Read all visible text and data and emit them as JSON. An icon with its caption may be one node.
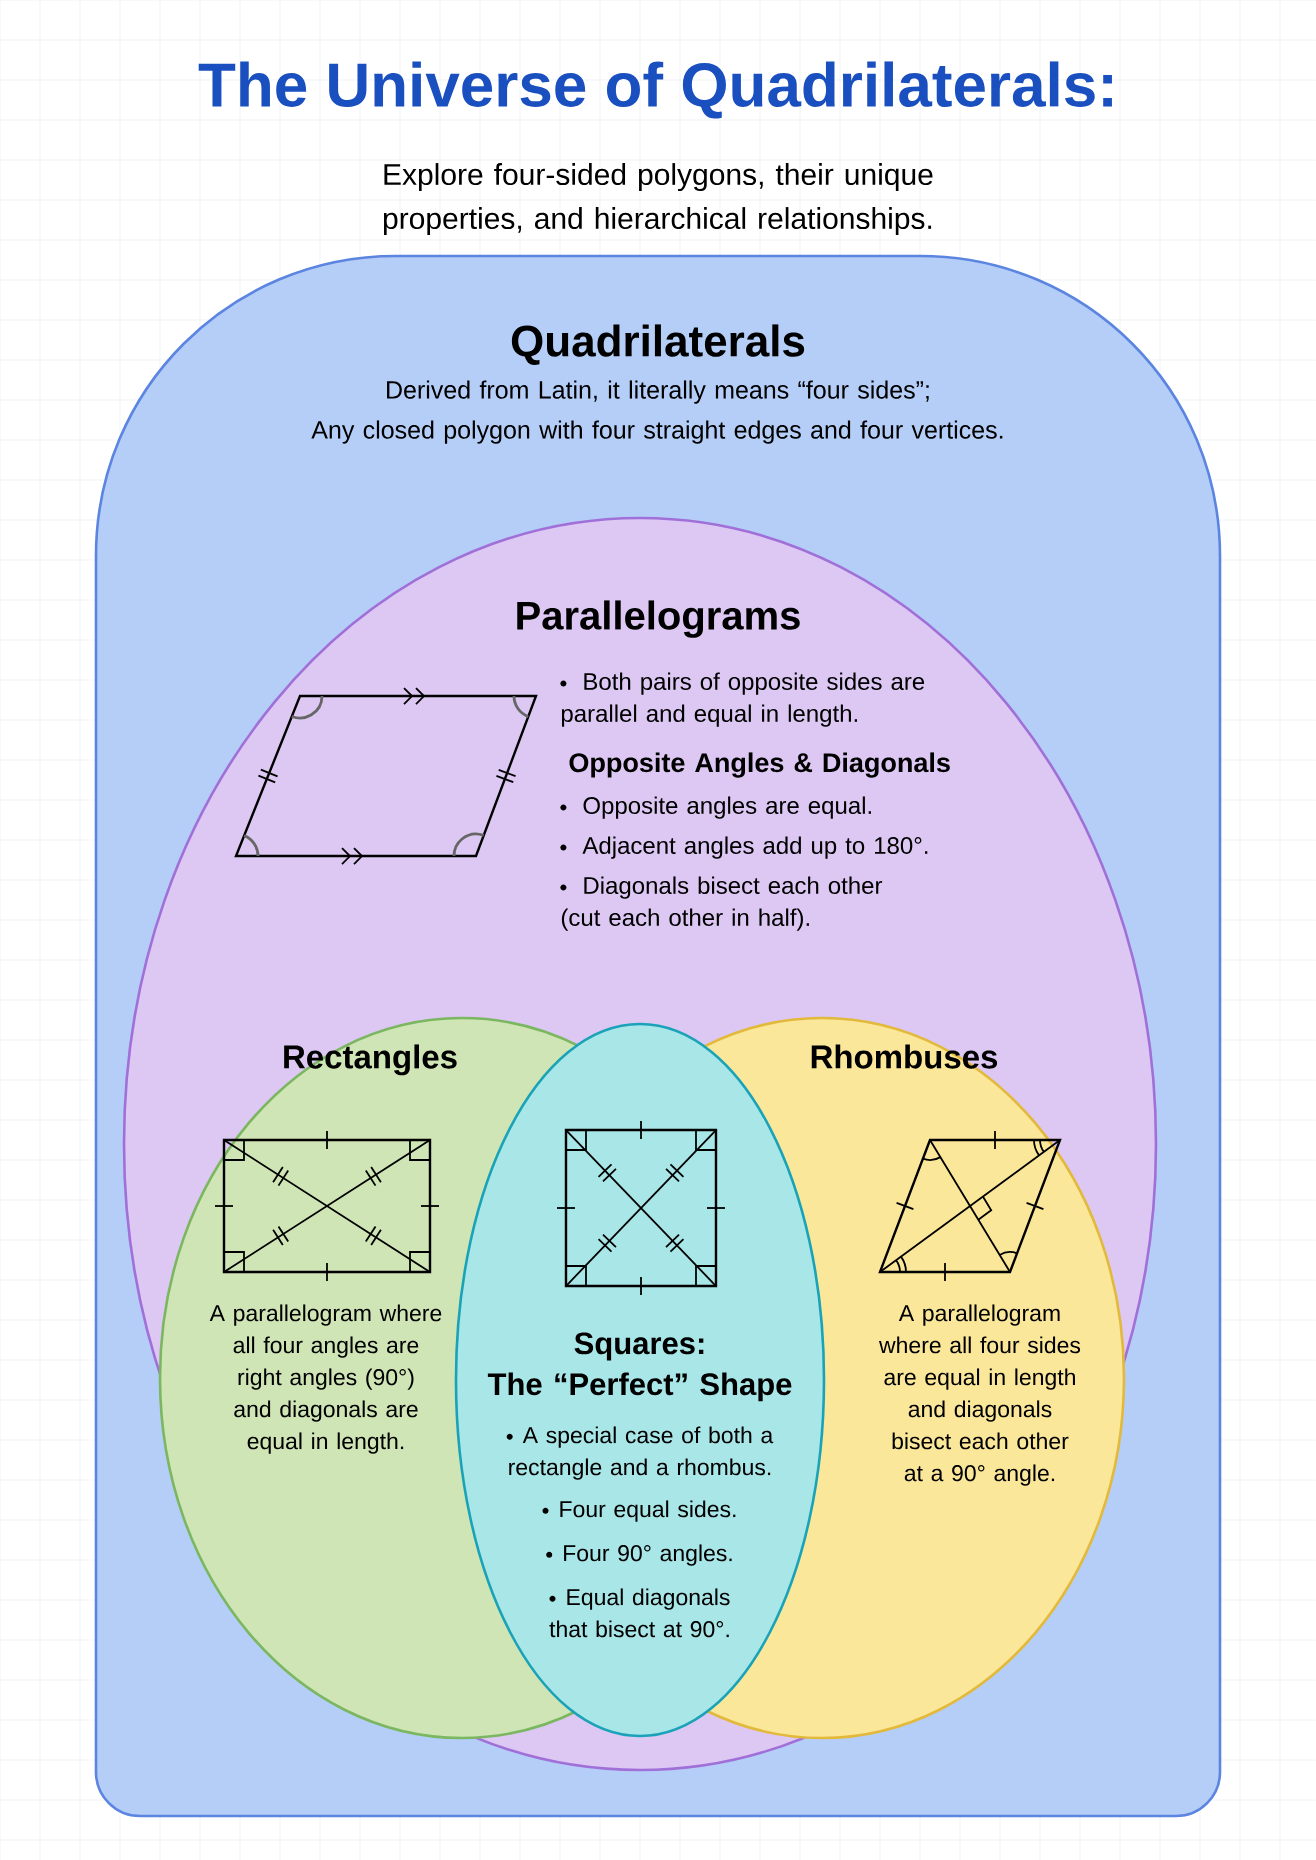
{
  "diagram": {
    "title": "The Universe of Quadrilaterals:",
    "nodes": [
      {
        "text": [
          "Quadrilaterals",
          "Derived from Latin, it literally means “four sides”;",
          "Any closed polygon with four straight edges and four vertices."
        ]
      },
      {
        "text": [
          "Parallelograms",
          "Both pairs of opposite sides are parallel and equal in length.",
          "Opposite Angles & Diagonals",
          "Opposite angles are equal.",
          "Adjacent angles add up to 180°.",
          "Diagonals bisect each other (cut each other in half)."
        ],
        "in": 0
      },
      {
        "text": [
          "Rectangles",
          "A parallelogram where all four angles are right angles (90°) and diagonals are equal in length."
        ],
        "in": 1
      },
      {
        "text": [
          "Rhombuses",
          "A parallelogram where all four sides are equal in length and diagonals bisect each other at a 90° angle."
        ],
        "in": 1
      },
      {
        "text": [
          "Squares:",
          "The “Perfect” Shape",
          "A special case of both a rectangle and a rhombus.",
          "Four equal sides.",
          "Four 90° angles.",
          "Equal diagonals that bisect at 90°."
        ],
        "in": 1
      }
    ],
    "labels": [
      "Explore four-sided polygons, their unique properties, and hierarchical relationships."
    ]
  }
}
